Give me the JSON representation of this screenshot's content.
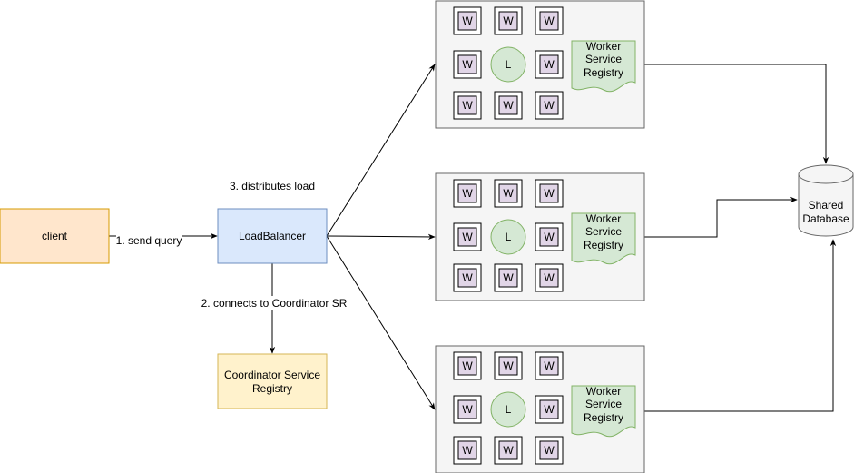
{
  "nodes": {
    "client": {
      "label": "client",
      "fill": "#ffe6cc",
      "stroke": "#d79b00"
    },
    "load_balancer": {
      "label": "LoadBalancer",
      "fill": "#dae8fc",
      "stroke": "#6c8ebf"
    },
    "coordinator": {
      "label_line1": "Coordinator Service",
      "label_line2": "Registry",
      "fill": "#fff2cc",
      "stroke": "#d6b656"
    },
    "database": {
      "label_line1": "Shared",
      "label_line2": "Database"
    }
  },
  "edges": {
    "send_query": "1. send query",
    "connects": "2. connects to Coordinator SR",
    "distributes": "3. distributes load"
  },
  "clusters": [
    {
      "worker_label": "W",
      "leader_label": "L",
      "registry_line1": "Worker",
      "registry_line2": "Service",
      "registry_line3": "Registry"
    },
    {
      "worker_label": "W",
      "leader_label": "L",
      "registry_line1": "Worker",
      "registry_line2": "Service",
      "registry_line3": "Registry"
    },
    {
      "worker_label": "W",
      "leader_label": "L",
      "registry_line1": "Worker",
      "registry_line2": "Service",
      "registry_line3": "Registry"
    }
  ],
  "colors": {
    "cluster_fill": "#f5f5f5",
    "cluster_stroke": "#666666",
    "worker_fill": "#e1d5e7",
    "worker_stroke": "#000000",
    "leader_fill": "#d5e8d4",
    "leader_stroke": "#82b366",
    "registry_fill": "#d5e8d4",
    "registry_stroke": "#82b366",
    "db_fill": "#f5f5f5",
    "db_stroke": "#666666"
  }
}
